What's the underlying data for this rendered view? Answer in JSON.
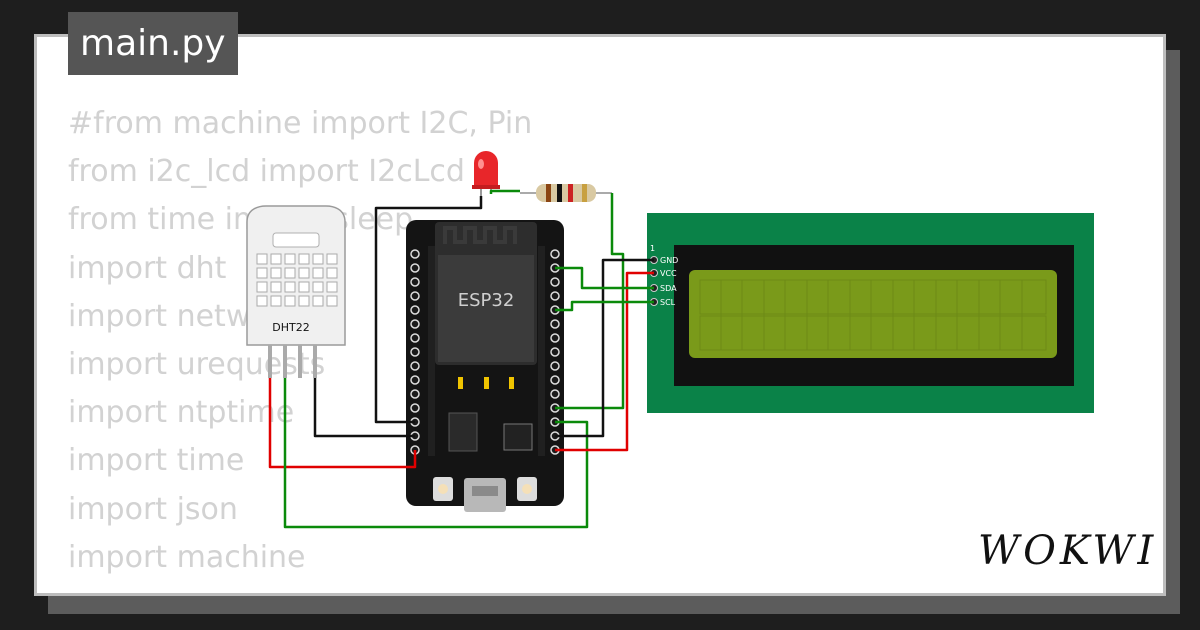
{
  "editor": {
    "file_tab": "main.py",
    "code_lines": [
      "#from machine import I2C, Pin",
      "from i2c_lcd import I2cLcd",
      "from time import sleep",
      "import dht",
      "import network",
      "import urequests",
      "import ntptime",
      "import time",
      "import json",
      "import machine"
    ]
  },
  "diagram": {
    "dht_label": "DHT22",
    "esp_label": "ESP32",
    "lcd_pin_index": "1",
    "lcd_pins": [
      "GND",
      "VCC",
      "SDA",
      "SCL"
    ]
  },
  "brand": {
    "logo": "WOKWI"
  },
  "colors": {
    "wire_red": "#e00000",
    "wire_green": "#0a8a0a",
    "wire_black": "#111111",
    "lcd_board": "#0a8248",
    "lcd_screen": "#7a9a1a"
  }
}
